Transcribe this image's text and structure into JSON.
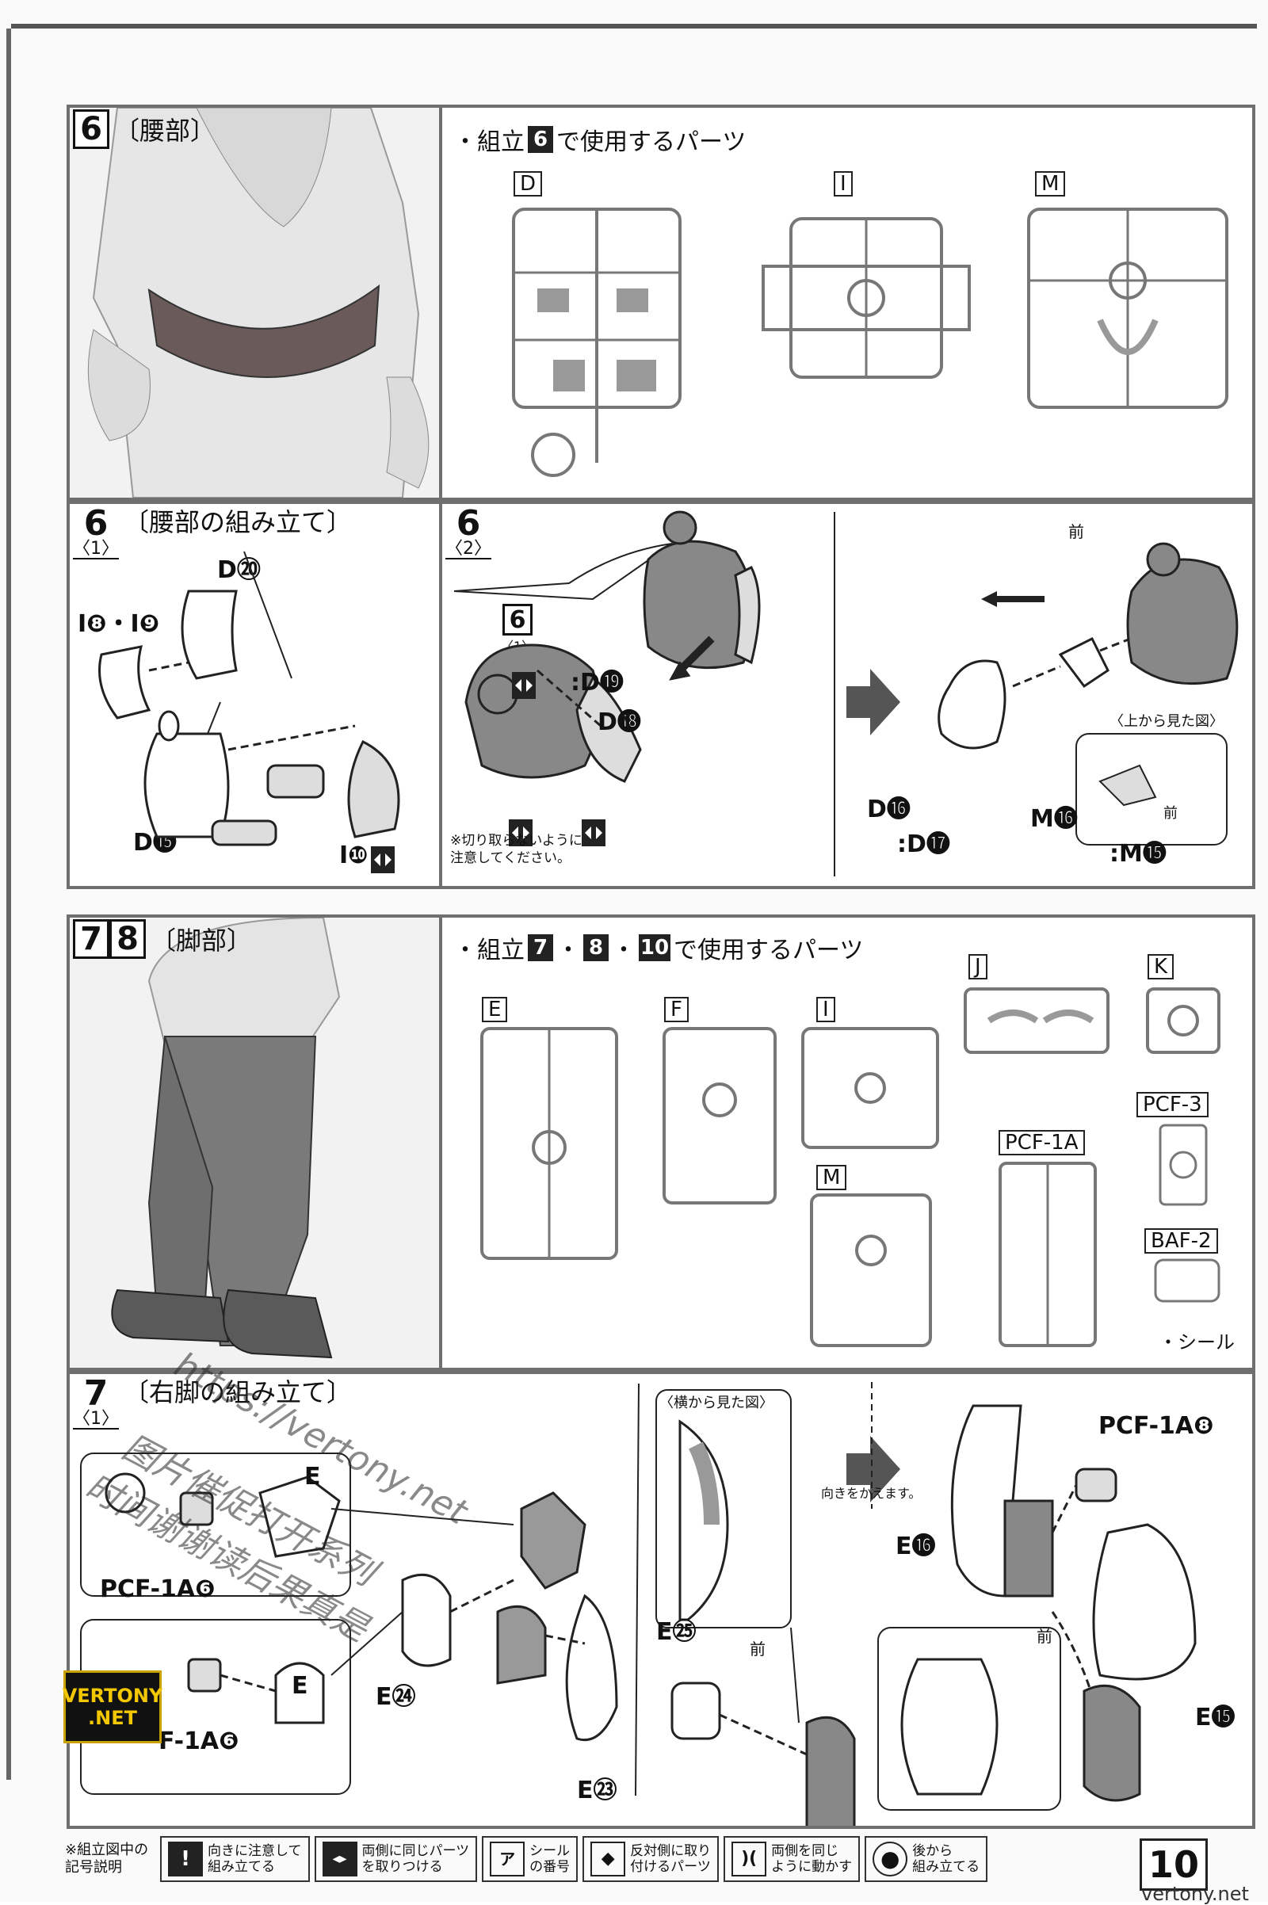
{
  "section6": {
    "number": "6",
    "title": "〔腰部〕",
    "parts_heading_prefix": "・組立",
    "parts_heading_num": "6",
    "parts_heading_suffix": "で使用するパーツ",
    "runners": [
      "D",
      "I",
      "M"
    ]
  },
  "step6_1": {
    "number": "6",
    "sub": "〈1〉",
    "title": "〔腰部の組み立て〕",
    "labels": {
      "d20": "D⑳",
      "i8i9": "I❽・I❾",
      "d15": "D⓯",
      "i10": "I❿"
    }
  },
  "step6_2": {
    "number": "6",
    "sub": "〈2〉",
    "inset_num": "6",
    "inset_sub": "〈1〉",
    "labels": {
      "d19": ":D⓳",
      "d18": "D⓲",
      "d16": "D⓰",
      "d17": ":D⓱",
      "m16": "M⓰",
      "m15": ":M⓯",
      "front": "前",
      "front2": "前",
      "top_view": "〈上から見た図〉"
    },
    "note": "※切り取らないように\n注意してください。"
  },
  "section78": {
    "num1": "7",
    "num2": "8",
    "title": "〔脚部〕",
    "parts_heading_prefix": "・組立",
    "parts_heading_nums": [
      "7",
      "8",
      "10"
    ],
    "parts_heading_suffix": "で使用するパーツ",
    "runners": [
      "E",
      "F",
      "I",
      "J",
      "K",
      "M",
      "PCF-3",
      "PCF-1A",
      "BAF-2"
    ],
    "sticker": "・シール"
  },
  "step7_1": {
    "number": "7",
    "sub": "〈1〉",
    "title": "〔右脚の組み立て〕",
    "side_view": "〈横から見た図〉",
    "turn_note": "向きをかえます。",
    "labels": {
      "e25": "E㉕",
      "front_a": "前",
      "front_b": "前",
      "pcf1a8": "PCF-1A❽",
      "e16": "E⓰",
      "e15": "E⓯",
      "e24": "E㉔",
      "e23": "E㉓",
      "pcf1a6a": "PCF-1A❻",
      "pcf1a6b": "F-1A❻",
      "e_a": "E",
      "e_b": "E"
    }
  },
  "legend": {
    "title": "※組立図中の\n記号説明",
    "items": [
      {
        "icon": "!",
        "text": "向きに注意して\n組み立てる"
      },
      {
        "icon": "◂▸",
        "text": "両側に同じパーツ\nを取りつける"
      },
      {
        "icon": "ア",
        "text": "シール\nの番号"
      },
      {
        "icon": "◆",
        "text": "反対側に取り\n付けるパーツ"
      },
      {
        "icon": ")(",
        "text": "両側を同じ\nように動かす"
      },
      {
        "icon": "●",
        "text": "後から\n組み立てる"
      }
    ]
  },
  "page_number": "10",
  "watermarks": {
    "url": "https://vertony.net",
    "cn1": "图片催促打开系列",
    "cn2": "时间谢谢读后果真是"
  },
  "logo": {
    "line1": "VERTONY",
    "line2": ".NET"
  },
  "site": "vertony.net"
}
